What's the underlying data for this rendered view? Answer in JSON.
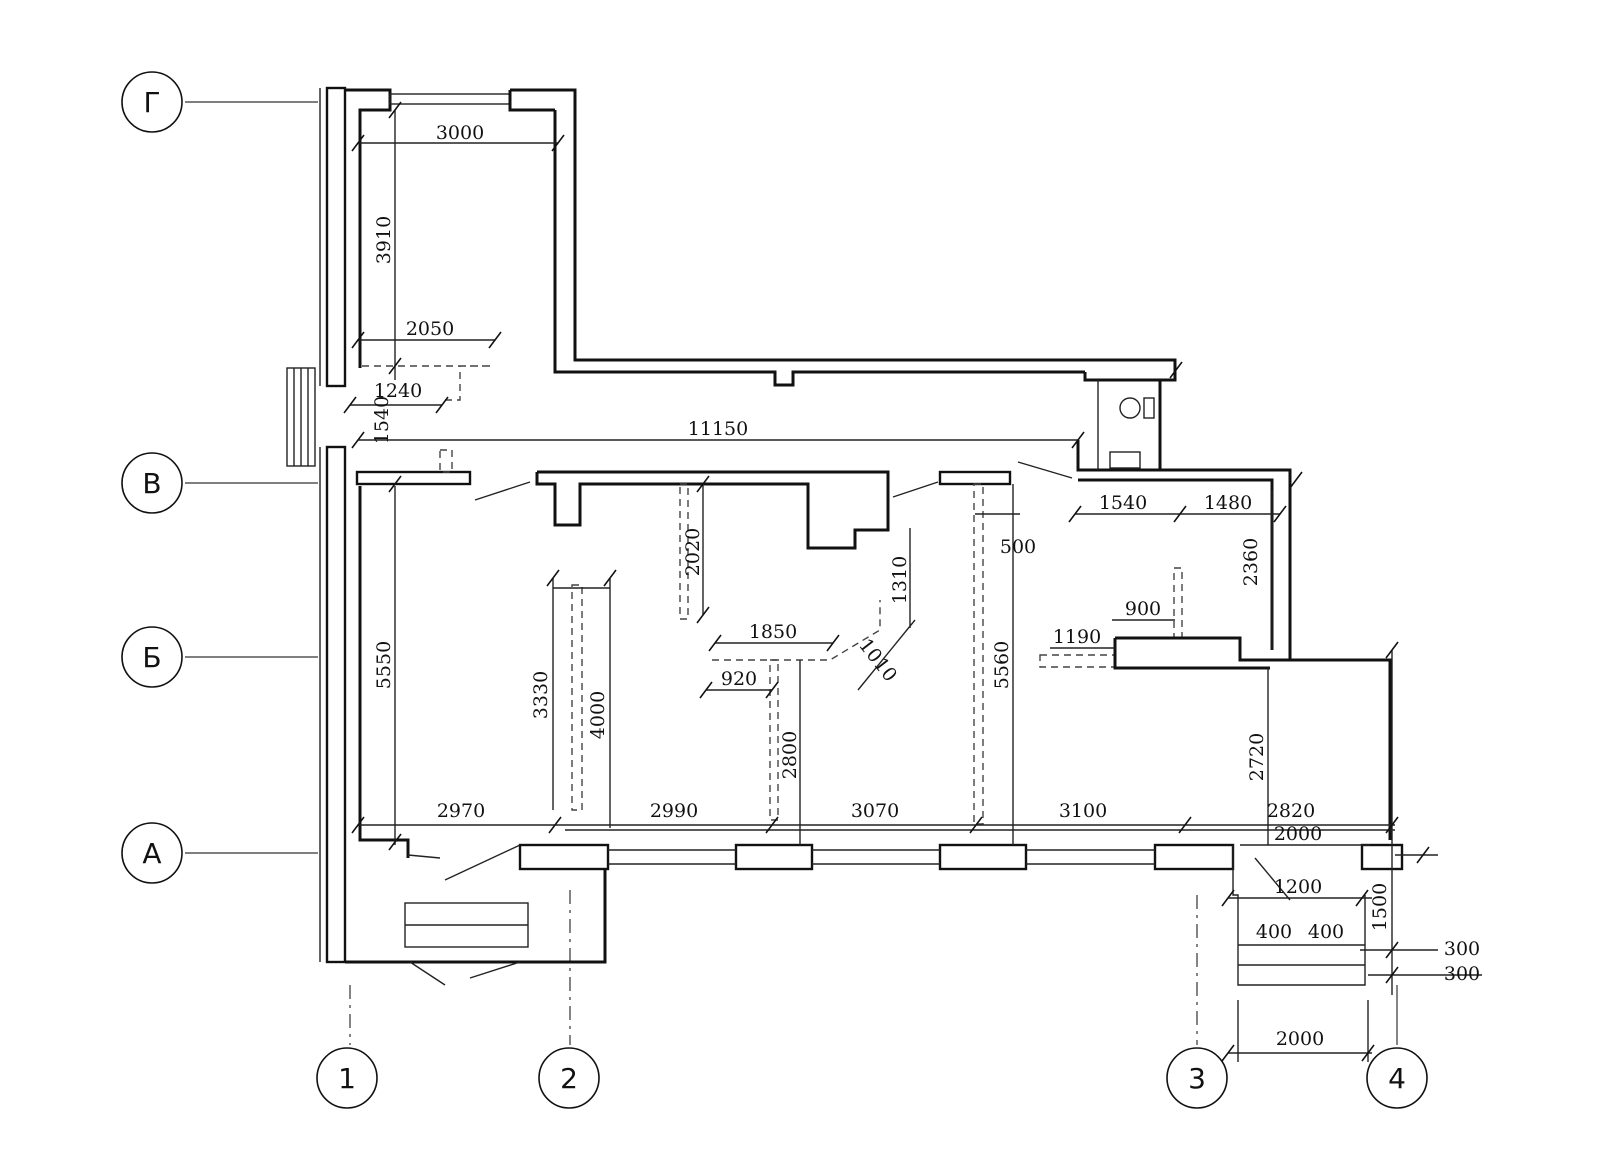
{
  "axes": {
    "rows": [
      "Г",
      "В",
      "Б",
      "А"
    ],
    "columns": [
      "1",
      "2",
      "3",
      "4"
    ]
  },
  "dimensions": {
    "d3000": "3000",
    "d3910": "3910",
    "d2050": "2050",
    "d1240": "1240",
    "d1540v": "1540",
    "d11150": "11150",
    "d1540": "1540",
    "d1480": "1480",
    "d2360": "2360",
    "d500": "500",
    "d2020": "2020",
    "d1310": "1310",
    "d1850": "1850",
    "d1010": "1010",
    "d920": "920",
    "d900": "900",
    "d1190": "1190",
    "d5550": "5550",
    "d3330": "3330",
    "d4000": "4000",
    "d2800": "2800",
    "d5560": "5560",
    "d2720": "2720",
    "d2970": "2970",
    "d2990": "2990",
    "d3070": "3070",
    "d3100": "3100",
    "d2820": "2820",
    "d2000a": "2000",
    "d1200": "1200",
    "d400a": "400",
    "d400b": "400",
    "d1500": "1500",
    "d300a": "300",
    "d300b": "300",
    "d2000b": "2000"
  }
}
